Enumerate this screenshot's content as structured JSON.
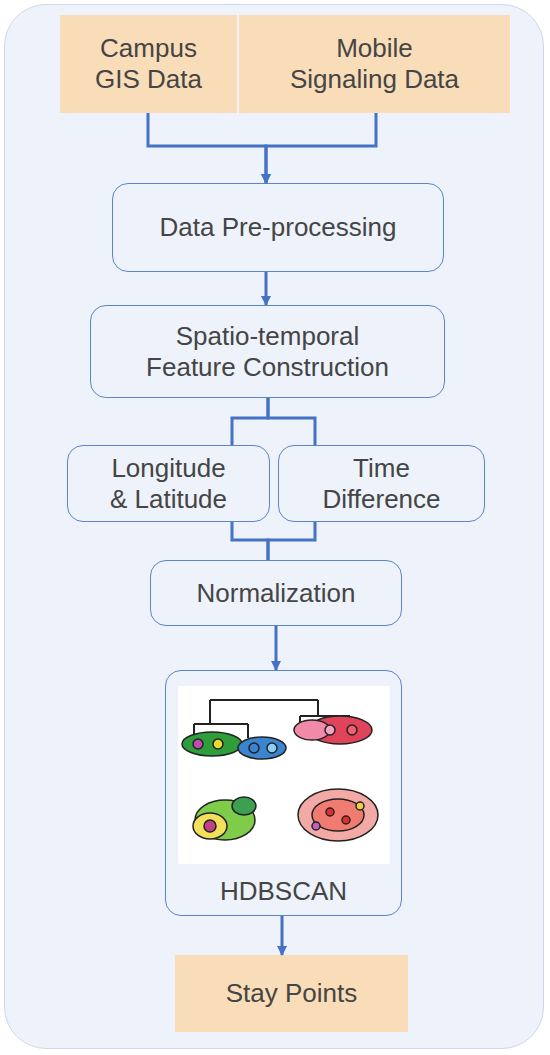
{
  "diagram": {
    "nodes": [
      {
        "text": [
          "Campus GIS Data"
        ]
      },
      {
        "text": [
          "Mobile Signaling Data"
        ]
      },
      {
        "text": [
          "Data Pre-processing"
        ]
      },
      {
        "text": [
          "Spatio-temporal Feature Construction"
        ]
      },
      {
        "text": [
          "Longitude & Latitude"
        ]
      },
      {
        "text": [
          "Time Difference"
        ]
      },
      {
        "text": [
          "Normalization"
        ]
      },
      {
        "text": [
          "HDBSCAN"
        ]
      },
      {
        "text": [
          "Stay Points"
        ]
      }
    ],
    "edges": [
      {
        "from": 0,
        "to": 2,
        "arrow": "to"
      },
      {
        "from": 1,
        "to": 2,
        "arrow": "to"
      },
      {
        "from": 2,
        "to": 3,
        "arrow": "to"
      },
      {
        "from": 3,
        "to": 4,
        "arrow": "none"
      },
      {
        "from": 3,
        "to": 5,
        "arrow": "none"
      },
      {
        "from": 4,
        "to": 6,
        "arrow": "none"
      },
      {
        "from": 5,
        "to": 6,
        "arrow": "none"
      },
      {
        "from": 6,
        "to": 7,
        "arrow": "to"
      },
      {
        "from": 7,
        "to": 8,
        "arrow": "to"
      }
    ]
  }
}
